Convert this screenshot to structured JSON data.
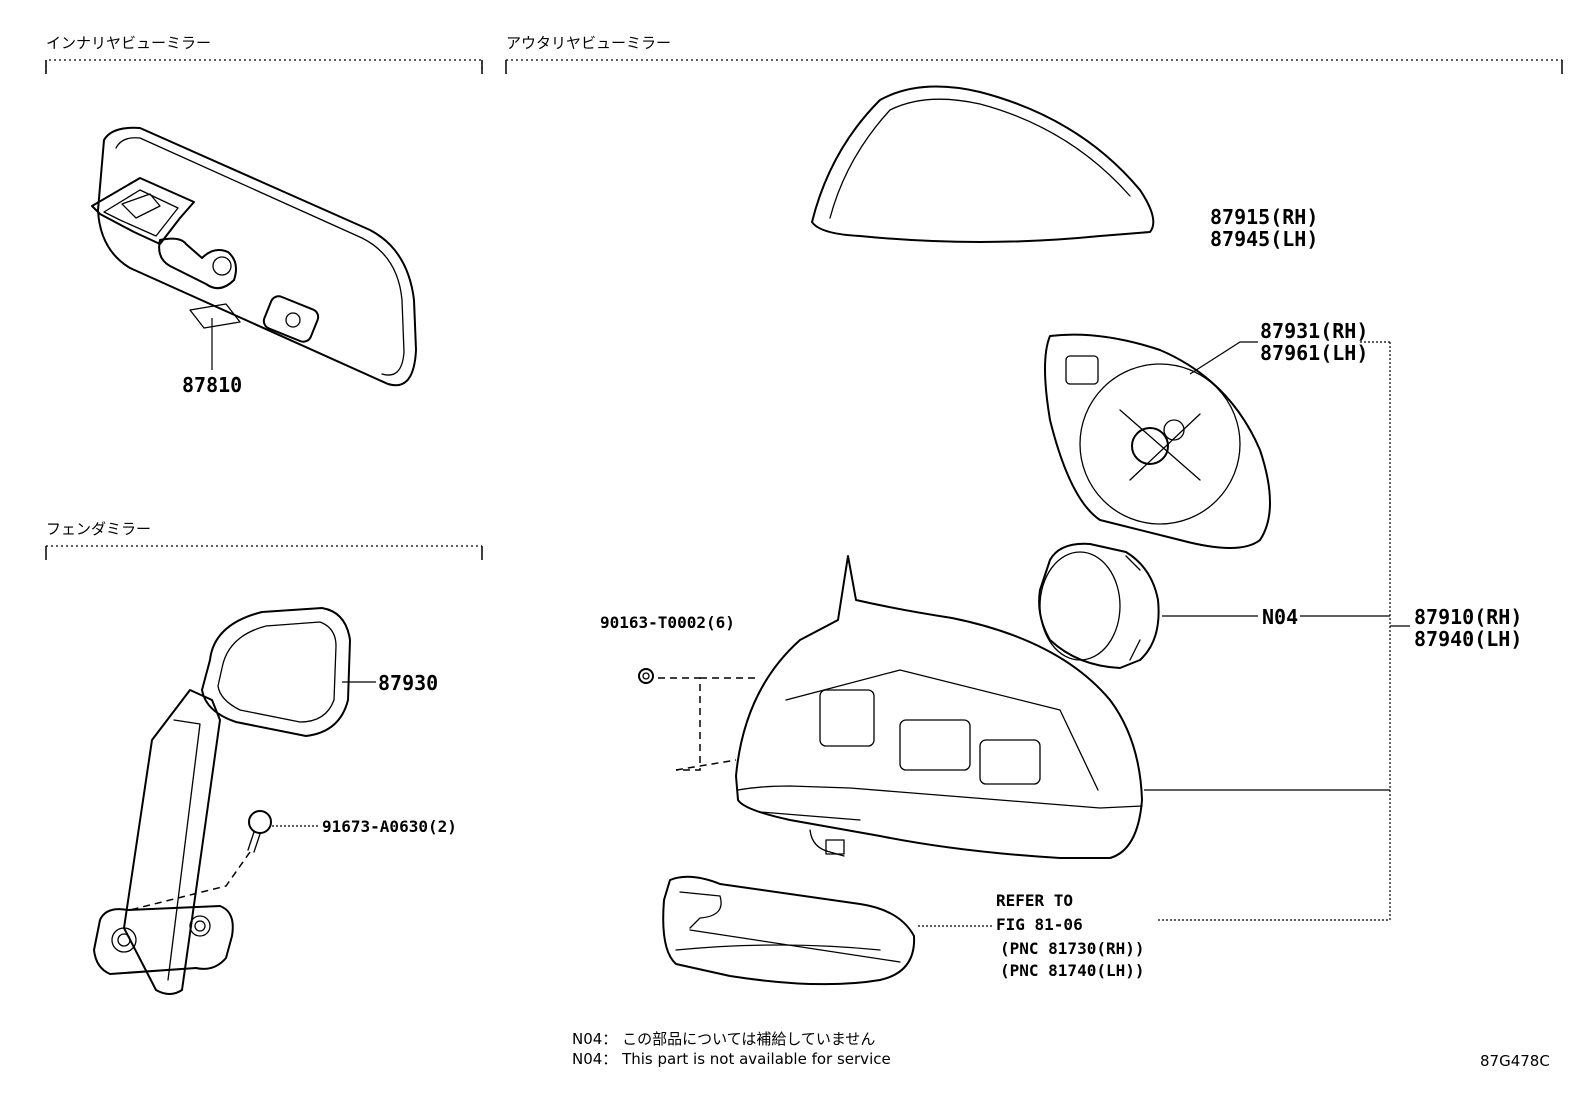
{
  "sections": {
    "inner_mirror": "インナリヤビューミラー",
    "outer_mirror": "アウタリヤビューミラー",
    "fender_mirror": "フェンダミラー"
  },
  "parts": {
    "p87810": "87810",
    "p87930": "87930",
    "p91673": "91673-A0630(2)",
    "p90163": "90163-T0002(6)",
    "p87915": "87915(RH)",
    "p87945": "87945(LH)",
    "p87931": "87931(RH)",
    "p87961": "87961(LH)",
    "n04": "N04",
    "p87910": "87910(RH)",
    "p87940": "87940(LH)",
    "refer_line1": "REFER TO",
    "refer_line2": "FIG 81-06",
    "pnc_rh": "(PNC 81730(RH))",
    "pnc_lh": "(PNC 81740(LH))"
  },
  "notes": {
    "n04_jp": "N04： この部品については補給していません",
    "n04_en": "N04： This part is not available for service"
  },
  "figure_code": "87G478C"
}
